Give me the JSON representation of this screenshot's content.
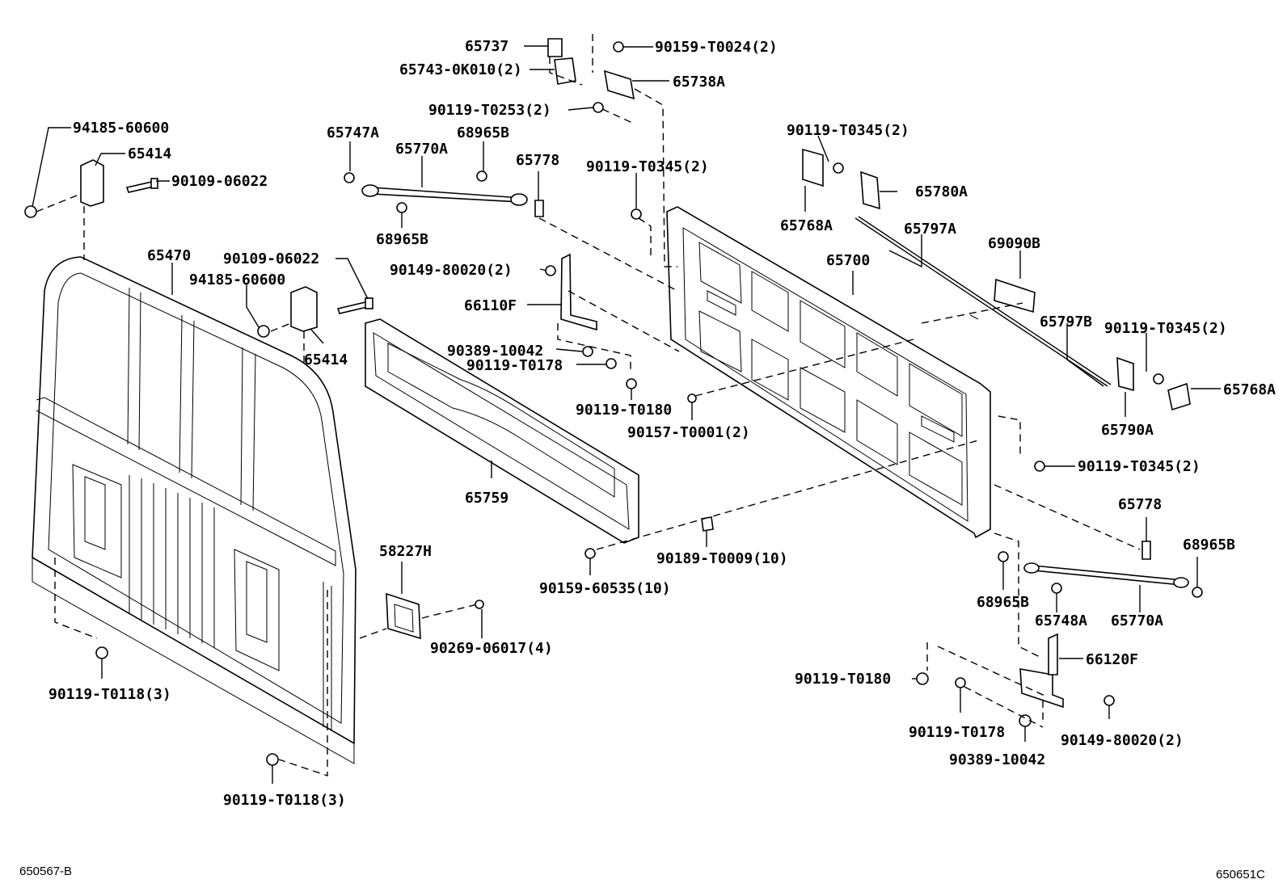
{
  "labels": {
    "p65737": "65737",
    "p65743": "65743-0K010(2)",
    "p90159_t0024": "90159-T0024(2)",
    "p65738a": "65738A",
    "p90119_t0253": "90119-T0253(2)",
    "p94185_top": "94185-60600",
    "p65414_top": "65414",
    "p90109_top": "90109-06022",
    "p65747a": "65747A",
    "p65770a_left": "65770A",
    "p68965b_top": "68965B",
    "p65778_top": "65778",
    "p90119_t0345_mid": "90119-T0345(2)",
    "p90119_t0345_top": "90119-T0345(2)",
    "p65768a_top": "65768A",
    "p65780a": "65780A",
    "p65797a": "65797A",
    "p69090b": "69090B",
    "p68965b_left": "68965B",
    "p65470": "65470",
    "p90109_mid": "90109-06022",
    "p94185_mid": "94185-60600",
    "p65414_mid": "65414",
    "p90149_top": "90149-80020(2)",
    "p65700": "65700",
    "p66110f": "66110F",
    "p65797b": "65797B",
    "p90119_t0345_right": "90119-T0345(2)",
    "p90389_top": "90389-10042",
    "p90119_t0178_top": "90119-T0178",
    "p65768a_right": "65768A",
    "p90119_t0180_top": "90119-T0180",
    "p90157": "90157-T0001(2)",
    "p65790a": "65790A",
    "p90119_t0345_low": "90119-T0345(2)",
    "p65759": "65759",
    "p65778_right": "65778",
    "p68965b_right": "68965B",
    "p58227h": "58227H",
    "p90189": "90189-T0009(10)",
    "p90159_60535": "90159-60535(10)",
    "p68965b_low": "68965B",
    "p65748a": "65748A",
    "p65770a_right": "65770A",
    "p90269": "90269-06017(4)",
    "p66120f": "66120F",
    "p90119_t0118_mid": "90119-T0118(3)",
    "p90119_t0180_low": "90119-T0180",
    "p90119_t0178_low": "90119-T0178",
    "p90149_low": "90149-80020(2)",
    "p90389_low": "90389-10042",
    "p90119_t0118_low": "90119-T0118(3)",
    "footer_left": "650567-B",
    "footer_right": "650651C"
  }
}
